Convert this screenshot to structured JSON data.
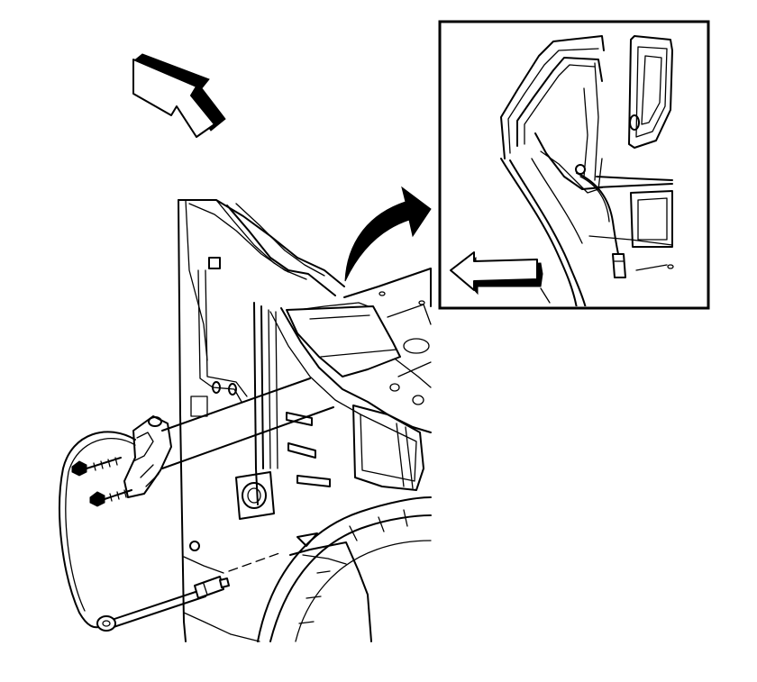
{
  "figure": {
    "kind": "service-manual-line-illustration",
    "colors": {
      "line": "#000000",
      "background": "#ffffff"
    },
    "arrows": {
      "main_view_direction": "view-direction-arrow",
      "inset_direction": "left-arrow",
      "callout_to_inset": "curved-callout-arrow"
    },
    "components": {
      "fasteners": "mounting-screw-icon",
      "cable": "sensor-cable",
      "connector": "cable-connector",
      "bracket": "mounting-bracket"
    }
  }
}
